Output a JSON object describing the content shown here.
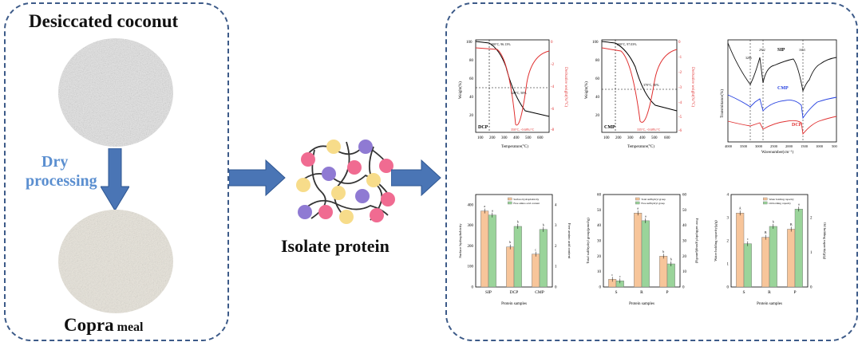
{
  "left_panel": {
    "top_label": "Desiccated coconut",
    "process_label_line1": "Dry",
    "process_label_line2": "processing",
    "bottom_label_main": "Copra",
    "bottom_label_suffix": "meal"
  },
  "middle": {
    "label": "Isolate protein"
  },
  "colors": {
    "border": "#3c5a88",
    "arrow": "#4a75b5",
    "process_text": "#5b8fd0",
    "bead_pink": "#f06b91",
    "bead_yellow": "#f7dc8a",
    "bead_purple": "#8f7ad3",
    "series_orange": "#f7c59a",
    "series_green": "#9ad49a",
    "curve_red": "#e03030"
  },
  "charts": {
    "tga_dcp": {
      "sample_tag": "DCP",
      "ylabel_left": "Weight(%)",
      "ylabel_right": "Derivative weight(%/°C)",
      "xlabel": "Temperature(°C)",
      "x_ticks": [
        "100",
        "200",
        "300",
        "400",
        "500",
        "600"
      ],
      "yl_ticks": [
        "100",
        "80",
        "60",
        "40",
        "20"
      ],
      "yr_ticks": [
        "0",
        "-2",
        "-4",
        "-6",
        "-8"
      ],
      "ann1": "200°C, 96.13%",
      "ann2": "320°C, 50%",
      "ann3": "350°C, -0.68%/°C"
    },
    "tga_cmp": {
      "sample_tag": "CMP",
      "ylabel_left": "Weight(%)",
      "ylabel_right": "Derivative weight(%/°C)",
      "xlabel": "Temperature(°C)",
      "x_ticks": [
        "100",
        "200",
        "300",
        "400",
        "500",
        "600"
      ],
      "yl_ticks": [
        "100",
        "80",
        "60",
        "40",
        "20"
      ],
      "yr_ticks": [
        "0",
        "-1",
        "-2",
        "-3",
        "-4",
        "-5",
        "-6"
      ],
      "ann1": "200°C, 97.03%",
      "ann2": "370°C, 50%",
      "ann3": "335°C, -0.68%/°C"
    },
    "ftir": {
      "ylabel": "Transmittance(%)",
      "xlabel": "Wavenumber(cm⁻¹)",
      "x_ticks": [
        "4000",
        "3500",
        "3000",
        "2500",
        "2000",
        "1500",
        "1000",
        "500"
      ],
      "series": [
        "SIP",
        "CMP",
        "DCP"
      ],
      "peaks": [
        "3286",
        "2922",
        "1653"
      ]
    }
  },
  "chart_data": [
    {
      "type": "bar",
      "categories": [
        "SIP",
        "DCP",
        "CMP"
      ],
      "series": [
        {
          "name": "Surface hydrophobicity",
          "values": [
            370,
            195,
            160
          ]
        },
        {
          "name": "Free amino acid content",
          "values": [
            3.5,
            2.95,
            2.8
          ]
        }
      ],
      "ylabel": "Surface hydrophobicity",
      "ylabel_right": "Free amino acid content",
      "xlabel": "Protein samples",
      "ylim": [
        0,
        450
      ],
      "ylim_right": [
        0,
        4.5
      ],
      "y_ticks": [
        "0",
        "100",
        "200",
        "300",
        "400"
      ],
      "yr_ticks": [
        "0",
        "1",
        "2",
        "3",
        "4"
      ],
      "letters": [
        "a",
        "a",
        "b",
        "b",
        "c",
        "b"
      ]
    },
    {
      "type": "bar",
      "categories": [
        "S",
        "R",
        "P"
      ],
      "series": [
        {
          "name": "Total sulfhydryl group",
          "values": [
            5,
            48,
            20
          ]
        },
        {
          "name": "Free sulfhydryl group",
          "values": [
            4,
            43,
            15
          ]
        }
      ],
      "ylabel": "Total sulfhydryl group(μmol/g)",
      "ylabel_right": "Free sulfhydryl group(μmol/g)",
      "xlabel": "Protein samples",
      "ylim": [
        0,
        60
      ],
      "ylim_right": [
        0,
        60
      ],
      "y_ticks": [
        "0",
        "10",
        "20",
        "30",
        "40",
        "50",
        "60"
      ],
      "yr_ticks": [
        "0",
        "10",
        "20",
        "30",
        "40",
        "50",
        "60"
      ],
      "letters": [
        "c",
        "c",
        "a",
        "a",
        "b",
        "b"
      ]
    },
    {
      "type": "bar",
      "categories": [
        "S",
        "R",
        "P"
      ],
      "series": [
        {
          "name": "Water holding capacity",
          "values": [
            3.2,
            2.15,
            2.5
          ]
        },
        {
          "name": "Oil holding capacity",
          "values": [
            1.25,
            1.75,
            2.25
          ]
        }
      ],
      "ylabel": "Water holding capacity(g/g)",
      "ylabel_right": "Oil holding capacity(g/g)",
      "xlabel": "Protein samples",
      "ylim": [
        0,
        4
      ],
      "ylim_right": [
        0,
        2.67
      ],
      "y_ticks": [
        "0",
        "1",
        "2",
        "3",
        "4"
      ],
      "yr_ticks": [
        "0",
        "1",
        "2"
      ],
      "letters": [
        "A",
        "c",
        "B",
        "b",
        "B",
        "a"
      ]
    }
  ]
}
